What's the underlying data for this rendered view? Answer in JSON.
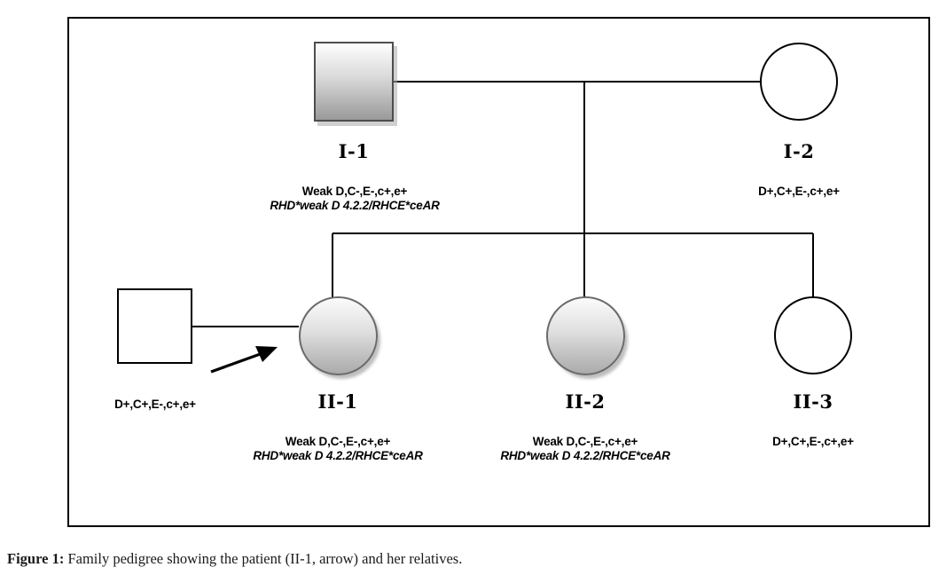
{
  "figure": {
    "caption_label": "Figure 1:",
    "caption_text": " Family pedigree showing the patient (II-1, arrow) and her relatives."
  },
  "colors": {
    "line": "#000000",
    "affected_border": "#6b6b6b",
    "affected_fill_top": "#fbfbfb",
    "affected_fill_bottom": "#ababab",
    "unaffected_fill": "#ffffff",
    "text": "#000000"
  },
  "pedigree": {
    "generations": [
      {
        "roman": "I",
        "members": [
          {
            "id": "I-1",
            "sex": "male",
            "shape": "square",
            "affected": true,
            "phenotype": "Weak D,C-,E-,c+,e+",
            "genotype": "RHD*weak D 4.2.2/RHCE*ceAR"
          },
          {
            "id": "I-2",
            "sex": "female",
            "shape": "circle",
            "affected": false,
            "phenotype": "D+,C+,E-,c+,e+",
            "genotype": ""
          }
        ]
      },
      {
        "roman": "II",
        "members": [
          {
            "id": "II-1",
            "sex": "female",
            "shape": "circle",
            "affected": true,
            "proband": true,
            "phenotype": "Weak D,C-,E-,c+,e+",
            "genotype": "RHD*weak D 4.2.2/RHCE*ceAR"
          },
          {
            "id": "II-2",
            "sex": "female",
            "shape": "circle",
            "affected": true,
            "proband": false,
            "phenotype": "Weak D,C-,E-,c+,e+",
            "genotype": "RHD*weak D 4.2.2/RHCE*ceAR"
          },
          {
            "id": "II-3",
            "sex": "female",
            "shape": "circle",
            "affected": false,
            "proband": false,
            "phenotype": "D+,C+,E-,c+,e+",
            "genotype": ""
          }
        ]
      }
    ],
    "spouse": {
      "id": "",
      "sex": "male",
      "shape": "square",
      "affected": false,
      "phenotype": "D+,C+,E-,c+,e+",
      "genotype": ""
    },
    "proband_marker": {
      "icon": "arrow-icon",
      "points_to": "II-1"
    }
  }
}
